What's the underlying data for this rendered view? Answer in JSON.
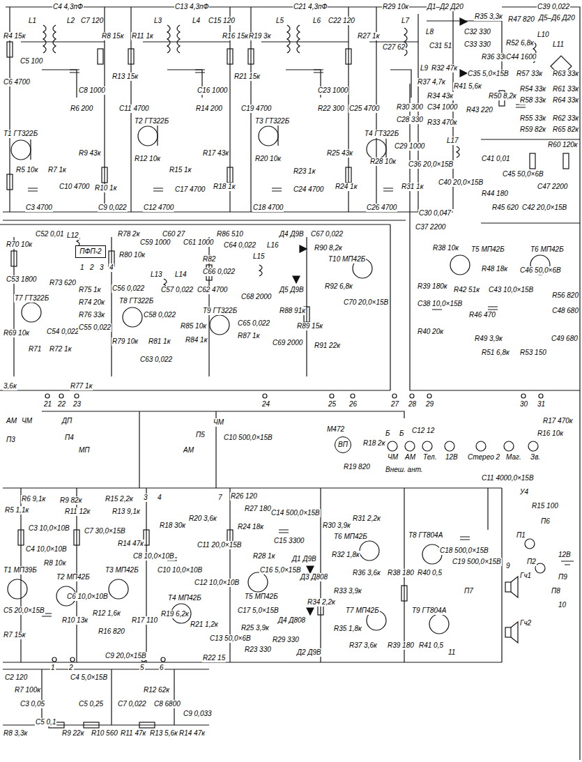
{
  "diagram": {
    "nodes": [
      {
        "text": [
          "ПФП-2"
        ]
      },
      {
        "text": [
          "ВП"
        ]
      }
    ],
    "labels": [
      "C4 4,3пФ",
      "R4 15к",
      "L1",
      "L2",
      "C7 120",
      "C5 100",
      "C6 4700",
      "R6 200",
      "T1 ГТ322Б",
      "R5 10к",
      "R7 1к",
      "C3 4700",
      "C8 1000",
      "R8 15к",
      "R11 1к",
      "L3",
      "C13 4,3пФ",
      "L4",
      "C15 120",
      "R13 15к",
      "C11 4700",
      "T2 ГТ322Б",
      "R9 43к",
      "C10 4700",
      "R12 10к",
      "R10 1к",
      "R15 1к",
      "C9 0,022",
      "C12 4700",
      "R14 200",
      "C16 1000",
      "R16 15к",
      "R19 3к",
      "L5",
      "C21 4,3пФ",
      "L6",
      "C22 120",
      "R21 15к",
      "C19 4700",
      "T3 ГТ322Б",
      "R17 43к",
      "C17 4700",
      "R20 10к",
      "R18 1к",
      "R23 1к",
      "C18 4700",
      "C23 1000",
      "R22 300",
      "R27 1к",
      "R29 10к",
      "C27 62",
      "L7",
      "C25 4700",
      "T4 ГТ322Б",
      "R25 43к",
      "R28 10к",
      "C24 4700",
      "R24 1к",
      "C26 4700",
      "R30 300",
      "C28 330",
      "C29 1000",
      "R31 1к",
      "Д1–Д2 Д20",
      "R35 3,3к",
      "L8",
      "C31 51",
      "C32 330",
      "C33 330",
      "R36 330",
      "L9",
      "R32 47к",
      "C35 5,0×15В",
      "R37 4,7к",
      "R41 5,6к",
      "R34 43к",
      "C34 1000",
      "R33 470к",
      "R43 220",
      "C30 0,047",
      "C39 0,022",
      "R47 820",
      "Д5–Д6 Д20",
      "L10",
      "L11",
      "R52 6,8к",
      "C44 1600",
      "R57 33к",
      "R63 33к",
      "R50 8,2к",
      "R54 33к",
      "R58 33к",
      "R61 33к",
      "R64 33к",
      "R55 33к",
      "R59 82к",
      "R62 33к",
      "R65 82к",
      "R60 120к",
      "C36 20,0×15В",
      "L17",
      "C40 20,0×15В",
      "C41 0,01",
      "C45 50,0×6В",
      "R44 180",
      "C47 2200",
      "R45 620",
      "C42 20,0×15В",
      "C37 2200",
      "R38 10к",
      "R39 180к",
      "C38 10,0×15В",
      "R40 20к",
      "T5 МП42Б",
      "R48 18к",
      "R42 51к",
      "C43 10,0×15В",
      "R46 470",
      "T6 МП42Б",
      "C46 50,0×6В",
      "R56 820",
      "C48 680",
      "R49 3,9к",
      "R51 6,8к",
      "R53 150",
      "C49 680",
      "R70 10к",
      "C52 0,01",
      "L12",
      "C53 1800",
      "R73 620",
      "1",
      "2",
      "3",
      "4",
      "T7 ГТ322Б",
      "C54 0,022",
      "R69 10к",
      "R71",
      "R72 1к",
      "3,6к",
      "R77 1к",
      "R78 2к",
      "C59 1000",
      "C60 27",
      "C61 1000",
      "R86 510",
      "C64 0,022",
      "L15",
      "L16",
      "Д4 Д9В",
      "C67 0,022",
      "R90 8,2к",
      "T10 МП42Б",
      "R80 10к",
      "L13",
      "L14",
      "R82",
      "C66 0,022",
      "R75 1к",
      "R74 20к",
      "R76 33к",
      "C55 0,022",
      "C56 0,022",
      "T8 ГТ322Б",
      "R79 10к",
      "C58 0,022",
      "R81 1к",
      "C57 0,022",
      "C62 4700",
      "T9 ГТ322Б",
      "C65 0,022",
      "R87 1к",
      "R85 10к",
      "R84 1к",
      "C63 0,022",
      "C68 2000",
      "C69 2000",
      "R88 91к",
      "Д5 Д9В",
      "R89 15к",
      "R91 22к",
      "R92 6,8к",
      "C70 20,0×15В",
      "21",
      "22",
      "23",
      "24",
      "25",
      "26",
      "27",
      "28",
      "29",
      "30",
      "31",
      "АМ",
      "ЧМ",
      "П3",
      "ДП",
      "П4",
      "МП",
      "П5",
      "АМ",
      "ЧМ",
      "C10 500,0×15В",
      "М472",
      "R18 2к",
      "R19 820",
      "Б",
      "Б",
      "C12 12",
      "ЧМ",
      "АМ",
      "Тел.",
      "12В",
      "Стерео 2",
      "Маг.",
      "Зв.",
      "Внеш. ант.",
      "R16 10к",
      "R17 470к",
      "C11 4000,0×15В",
      "У4",
      "R15 100",
      "П6",
      "П1",
      "П2",
      "12В",
      "П9",
      "3",
      "4",
      "7",
      "R26 120",
      "R27 180",
      "R5 1,1к",
      "R6 9,1к",
      "C3 10,0×10В",
      "R9 82к",
      "R11 12к",
      "R15 2,2к",
      "R13 9,1к",
      "C7 30,0×15В",
      "R14 47к",
      "C8 10,0×10В",
      "C4 10,0×10В",
      "R8 10к",
      "T1 МП39Б",
      "T2 МП42Б",
      "T3 МП42Б",
      "C6 10,0×10В",
      "C5 20,0×15В",
      "R7 15к",
      "R10 13к",
      "R12 1,6к",
      "R16 820",
      "R17 110",
      "C9 20,0×15В",
      "R18 30к",
      "R20 3,6к",
      "C11 20,0×15В",
      "C10 10,0×10В",
      "C12 10,0×10В",
      "T4 МП42Б",
      "R24 18к",
      "R28 1к",
      "C14 500,0×15В",
      "C15 3300",
      "T5 МП42Б",
      "C16 5,0×15В",
      "R19 6,2к",
      "R21 1,2к",
      "C13 50,0×6В",
      "R22 15",
      "R25 3,9к",
      "C17 5,0×15В",
      "R23 330",
      "R29 330",
      "R30 3,9к",
      "R31 2,2к",
      "T6 МП42Б",
      "R32 1,8к",
      "Д1 Д9В",
      "Д3 Д808",
      "R36 3,6к",
      "R38 180",
      "R40 0,5",
      "T8 ГТ804А",
      "R33 3,9к",
      "R34 2,2к",
      "T7 МП42Б",
      "Д4 Д808",
      "Д2 Д9В",
      "R35 1,8к",
      "R37 3,6к",
      "R39 180",
      "R41 0,5",
      "T9 ГТ804А",
      "C18 500,0×15В",
      "C19 500,0×15В",
      "9",
      "10",
      "11",
      "Гч1",
      "Гч2",
      "П7",
      "П8",
      "1",
      "2",
      "5",
      "6",
      "C2 120",
      "C4 5,0×15В",
      "R7 100к",
      "R12 62к",
      "C3 0,05",
      "C5 0,25",
      "C7 0,022",
      "C8 6800",
      "C9 0,033",
      "R8 3,3к",
      "C5 0,1",
      "R9 22к",
      "R10 560",
      "R11 47к",
      "R13 5,6к",
      "R14 47к"
    ]
  }
}
